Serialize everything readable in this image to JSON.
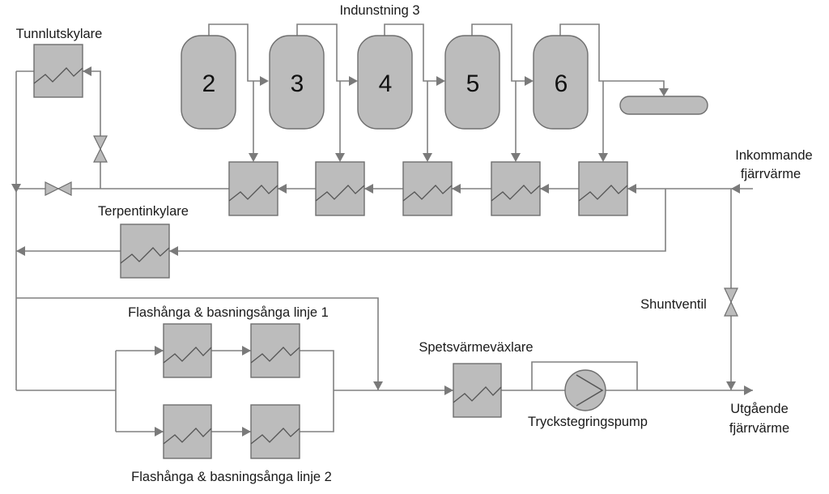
{
  "labels": {
    "indunstning": "Indunstning 3",
    "tunnlutskylare": "Tunnlutskylare",
    "inkommande_1": "Inkommande",
    "inkommande_2": "fjärrvärme",
    "terpentinkylare": "Terpentinkylare",
    "shuntventil": "Shuntventil",
    "linje1": "Flashånga & basningsånga linje 1",
    "linje2": "Flashånga & basningsånga linje 2",
    "spetsvarmevaxlare": "Spetsvärmeväxlare",
    "tryckstegringspump": "Tryckstegringspump",
    "utgaende_1": "Utgående",
    "utgaende_2": "fjärrvärme"
  },
  "vessels": [
    "2",
    "3",
    "4",
    "5",
    "6"
  ],
  "colors": {
    "equipment_fill": "#bcbcbc",
    "equipment_stroke": "#6e6e6e",
    "pipe": "#808080"
  }
}
